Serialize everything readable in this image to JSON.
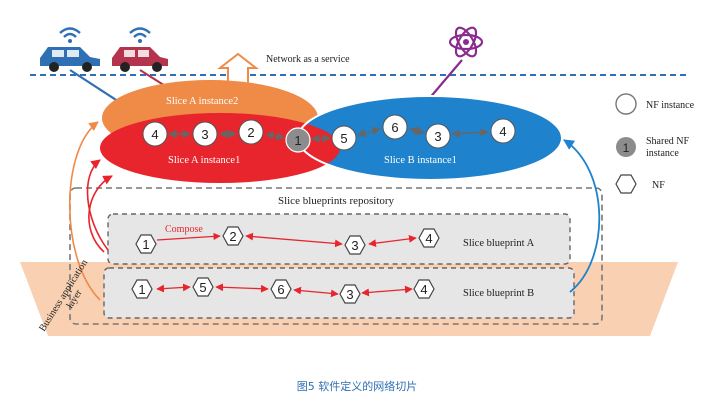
{
  "header": {
    "network_label": "Network as a service"
  },
  "slices": {
    "a_instance2": "Slice A instance2",
    "a_instance1": "Slice A instance1",
    "b_instance1": "Slice B instance1",
    "a_nodes": [
      "4",
      "3",
      "2"
    ],
    "shared_node": "1",
    "b_nodes": [
      "5",
      "6",
      "3",
      "4"
    ]
  },
  "repository": {
    "title": "Slice blueprints repository",
    "compose_label": "Compose",
    "blueprint_a": {
      "label": "Slice blueprint A",
      "nodes": [
        "1",
        "2",
        "3",
        "4"
      ]
    },
    "blueprint_b": {
      "label": "Slice blueprint B",
      "nodes": [
        "1",
        "5",
        "6",
        "3",
        "4"
      ]
    }
  },
  "legend": {
    "nf_instance": "NF instance",
    "shared_nf_line1": "Shared NF",
    "shared_nf_line2": "instance",
    "shared_symbol": "1",
    "nf": "NF"
  },
  "layer_label_line1": "Business application",
  "layer_label_line2": "layer",
  "caption": "图5  软件定义的网络切片",
  "colors": {
    "slice_a_instance2": "#ef8a47",
    "slice_a_instance1": "#e8242c",
    "slice_b_instance1": "#1e83cc",
    "shared_node": "#8c8c8c",
    "platform": "#f8c9a4",
    "blueprint_panel": "#e6e6e6",
    "network_line": "#2f6fb3",
    "car_left": "#2f6fb3",
    "car_right": "#b5344d",
    "atom": "#8a2b8e",
    "caption": "#2f6fb3"
  },
  "icons": [
    "car-icon",
    "wifi-icon",
    "atom-icon",
    "up-arrow-icon"
  ]
}
